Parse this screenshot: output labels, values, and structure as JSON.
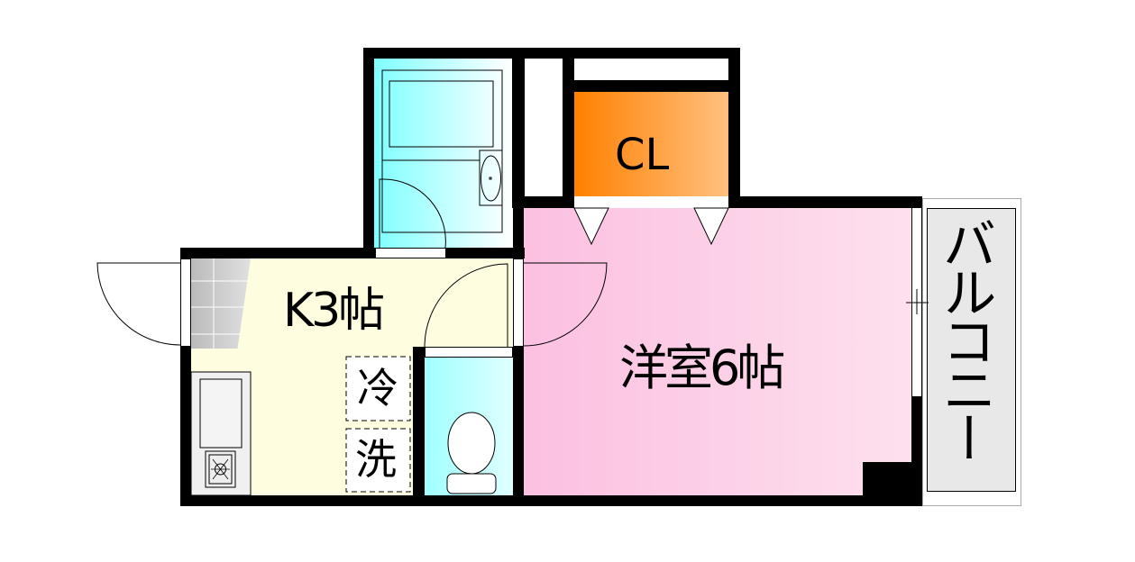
{
  "floorplan": {
    "rooms": {
      "kitchen": {
        "label": "K3帖",
        "color": "#fffde0"
      },
      "western_room": {
        "label": "洋室6帖",
        "color_start": "#fcc0e0",
        "color_end": "#fde0ee"
      },
      "closet": {
        "label": "CL",
        "color_start": "#ff8000",
        "color_end": "#ffc080"
      },
      "balcony": {
        "label": "バルコニー",
        "color": "#e8e8e8"
      },
      "bathroom": {
        "color_start": "#80ffff",
        "color_end": "#ffffff"
      },
      "toilet": {
        "color_start": "#a0ffff",
        "color_end": "#e0ffff"
      }
    },
    "fixtures": {
      "fridge": {
        "label": "冷"
      },
      "washer": {
        "label": "洗"
      }
    },
    "colors": {
      "wall": "#000000",
      "tile": "#c8c8c8"
    }
  }
}
